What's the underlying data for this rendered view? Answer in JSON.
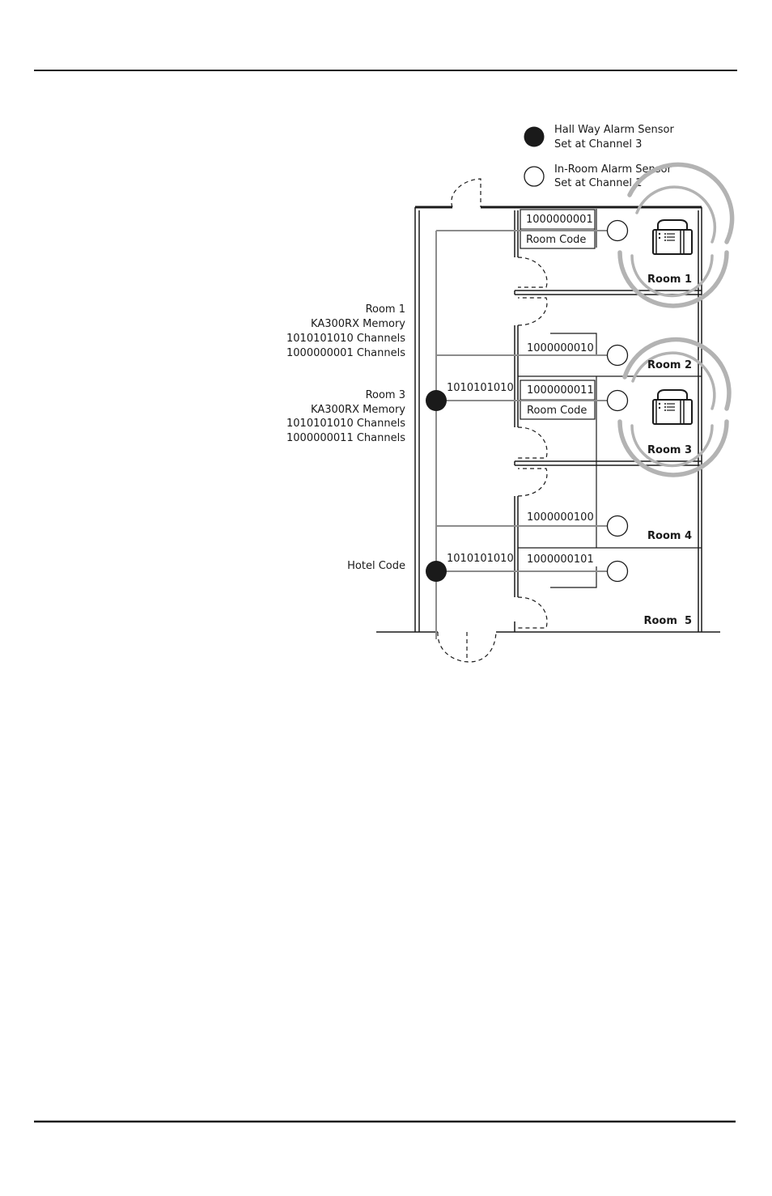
{
  "legend": {
    "hallway": {
      "line1": "Hall Way Alarm Sensor",
      "line2": "Set at Channel 3"
    },
    "inroom": {
      "line1": "In-Room Alarm Sensor",
      "line2": "Set at Channel 1"
    }
  },
  "annotations": {
    "room1": {
      "l1": "Room 1",
      "l2": "KA300RX Memory",
      "l3": "1010101010 Channels",
      "l4": "1000000001 Channels"
    },
    "room3": {
      "l1": "Room 3",
      "l2": "KA300RX Memory",
      "l3": "1010101010 Channels",
      "l4": "1000000011 Channels"
    },
    "hotel_code": "Hotel Code"
  },
  "hall_codes": {
    "upper": "1010101010",
    "lower": "1010101010"
  },
  "rooms": {
    "r1": {
      "name": "Room 1",
      "code": "1000000001",
      "code_label": "Room Code"
    },
    "r2": {
      "name": "Room 2",
      "code": "1000000010"
    },
    "r3": {
      "name": "Room 3",
      "code": "1000000011",
      "code_label": "Room Code"
    },
    "r4": {
      "name": "Room 4",
      "code": "1000000100"
    },
    "r5": {
      "name": "Room  5",
      "code": "1000000101"
    }
  },
  "icons": {
    "receiver": "pager-receiver-icon",
    "hall_sensor": "filled-circle",
    "room_sensor": "hollow-circle"
  }
}
